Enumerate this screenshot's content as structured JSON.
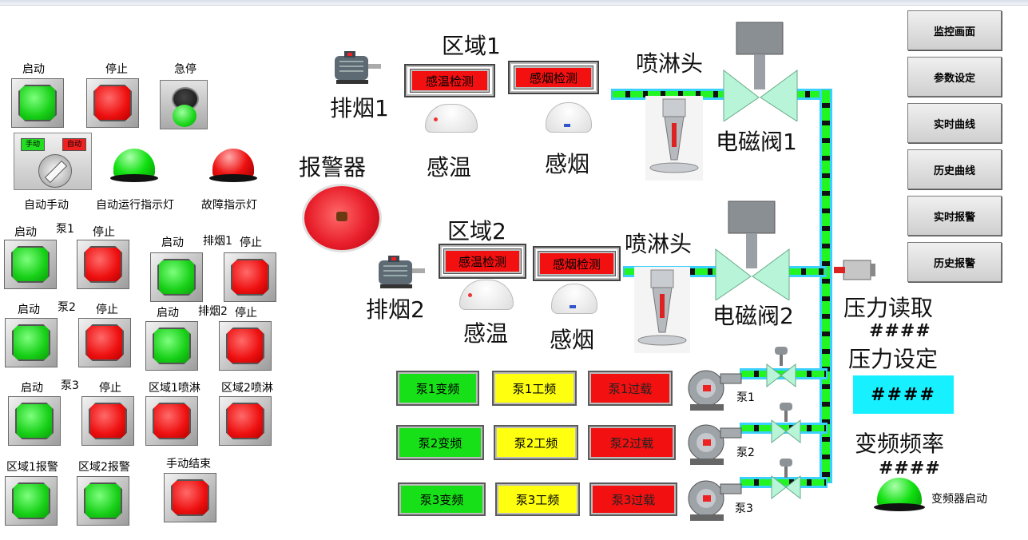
{
  "left_panel": {
    "start_label": "启动",
    "stop_label": "停止",
    "estop_label": "急停",
    "auto_manual_label": "自动手动",
    "switch_manual": "手动",
    "switch_auto": "自动",
    "auto_run_lamp_label": "自动运行指示灯",
    "fault_lamp_label": "故障指示灯",
    "pump1_label": "泵1",
    "pump2_label": "泵2",
    "pump3_label": "泵3",
    "exhaust1_label": "排烟1",
    "exhaust2_label": "排烟2",
    "zone1_spray_label": "区域1喷淋",
    "zone2_spray_label": "区域2喷淋",
    "zone1_alarm_label": "区域1报警",
    "zone2_alarm_label": "区域2报警",
    "manual_end_label": "手动结束"
  },
  "scene": {
    "zone1_title": "区域1",
    "zone2_title": "区域2",
    "exhaust1_label": "排烟1",
    "exhaust2_label": "排烟2",
    "alarm_label": "报警器",
    "temp_detect": "感温检测",
    "smoke_detect": "感烟检测",
    "temp_sensor": "感温",
    "smoke_sensor": "感烟",
    "sprinkler": "喷淋头",
    "valve1": "电磁阀1",
    "valve2": "电磁阀2",
    "pressure_read_label": "压力读取",
    "pressure_read_value": "####",
    "pressure_set_label": "压力设定",
    "pressure_set_value": "####",
    "freq_label": "变频频率",
    "freq_value": "####",
    "vfd_start_label": "变频器启动",
    "pump1": "泵1",
    "pump2": "泵2",
    "pump3": "泵3"
  },
  "pump_status": [
    {
      "vf": "泵1变频",
      "pf": "泵1工频",
      "ol": "泵1过载"
    },
    {
      "vf": "泵2变频",
      "pf": "泵2工频",
      "ol": "泵2过载"
    },
    {
      "vf": "泵3变频",
      "pf": "泵3工频",
      "ol": "泵3过载"
    }
  ],
  "nav": [
    "监控画面",
    "参数设定",
    "实时曲线",
    "历史曲线",
    "实时报警",
    "历史报警"
  ],
  "colors": {
    "run": "#18e018",
    "stop": "#f21010",
    "power_freq": "#ffff10",
    "pipe": "#22f522",
    "pipe_edge": "#3ad0ff",
    "setpoint_bg": "#17f1ff"
  }
}
